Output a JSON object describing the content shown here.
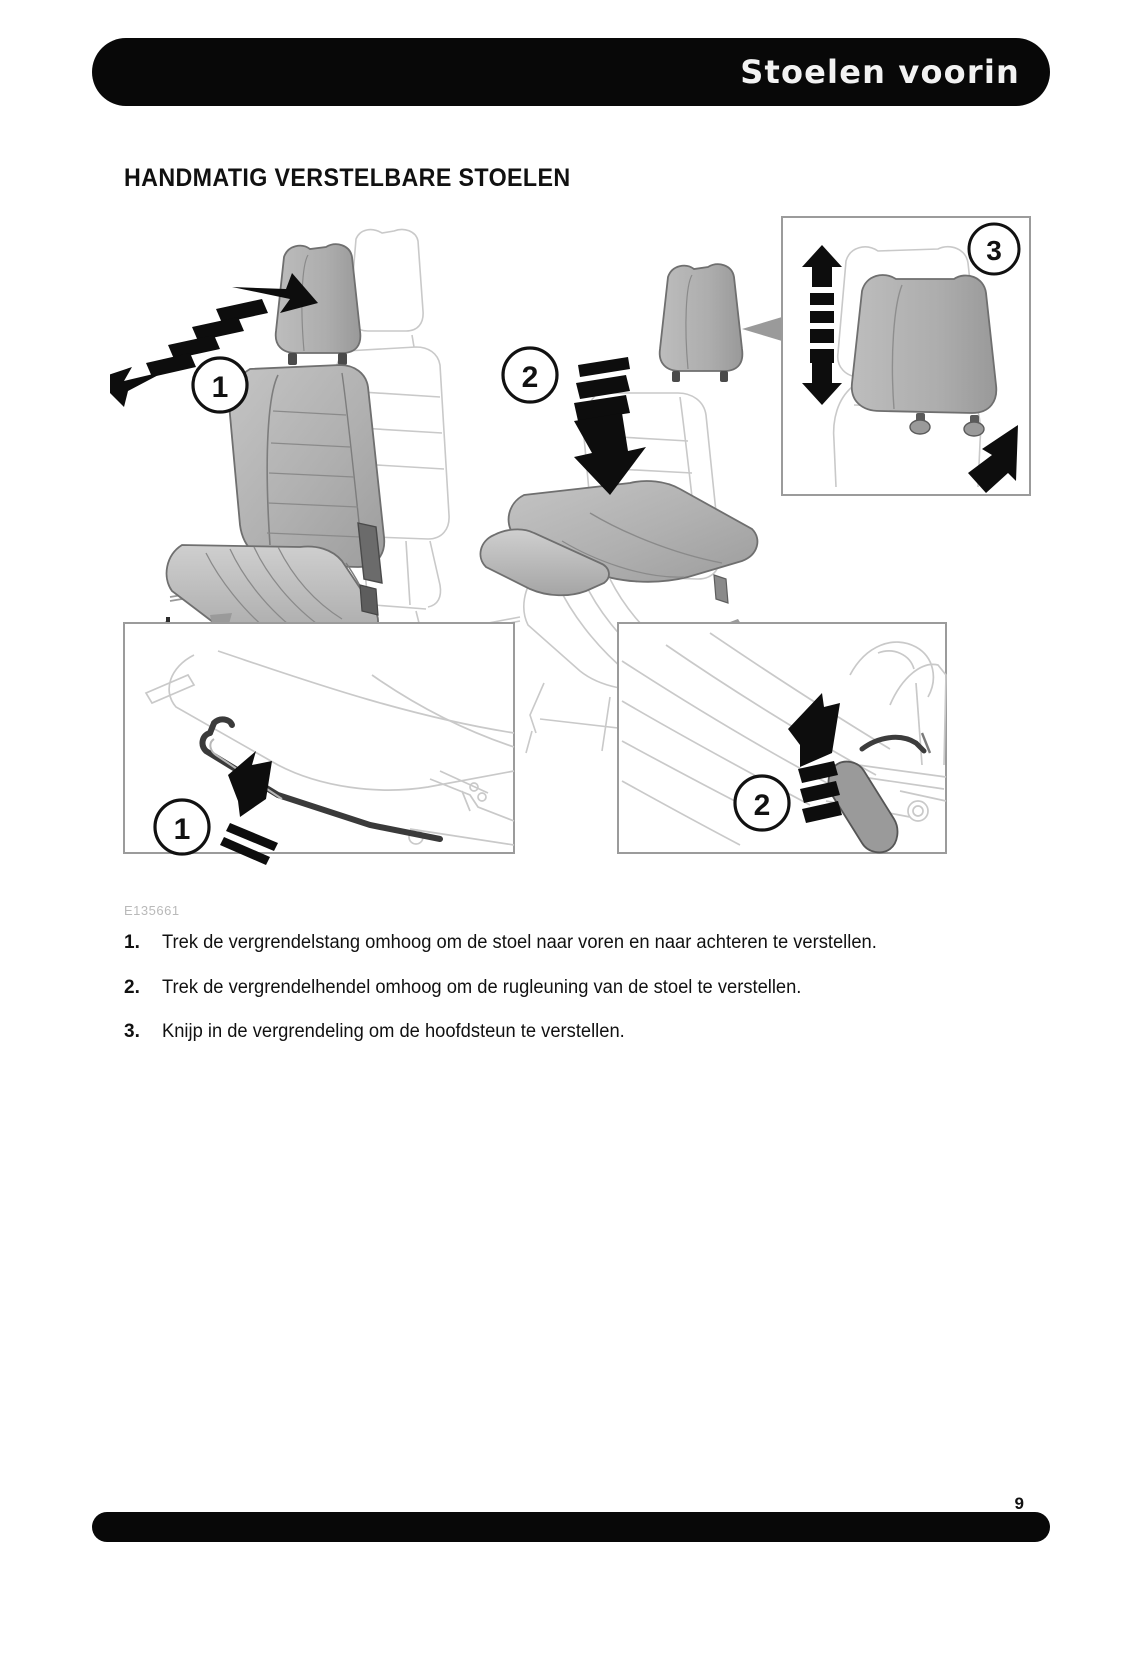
{
  "header": {
    "title": "Stoelen voorin"
  },
  "section": {
    "heading": "HANDMATIG VERSTELBARE STOELEN"
  },
  "figure": {
    "reference": "E135661",
    "callouts": {
      "main_seat": "1",
      "folded_seat": "2",
      "headrest": "3",
      "rail_bar": "1",
      "recline_lever": "2"
    }
  },
  "steps": [
    {
      "number": "1.",
      "text": "Trek de vergrendelstang omhoog om de stoel naar voren en naar achteren te verstellen."
    },
    {
      "number": "2.",
      "text": "Trek de vergrendelhendel omhoog om de rugleuning van de stoel te verstellen."
    },
    {
      "number": "3.",
      "text": "Knijp in de vergrendeling om de hoofdsteun te verstellen."
    }
  ],
  "footer": {
    "page_number": "9"
  },
  "colors": {
    "bar": "#080808",
    "text": "#111111",
    "figure_reference": "#b9b9b9",
    "seat_fill": "#b3b3b3",
    "seat_fill_dark": "#9a9a9a",
    "outline": "#8c8c8c",
    "panel_border": "#9b9b9b"
  }
}
